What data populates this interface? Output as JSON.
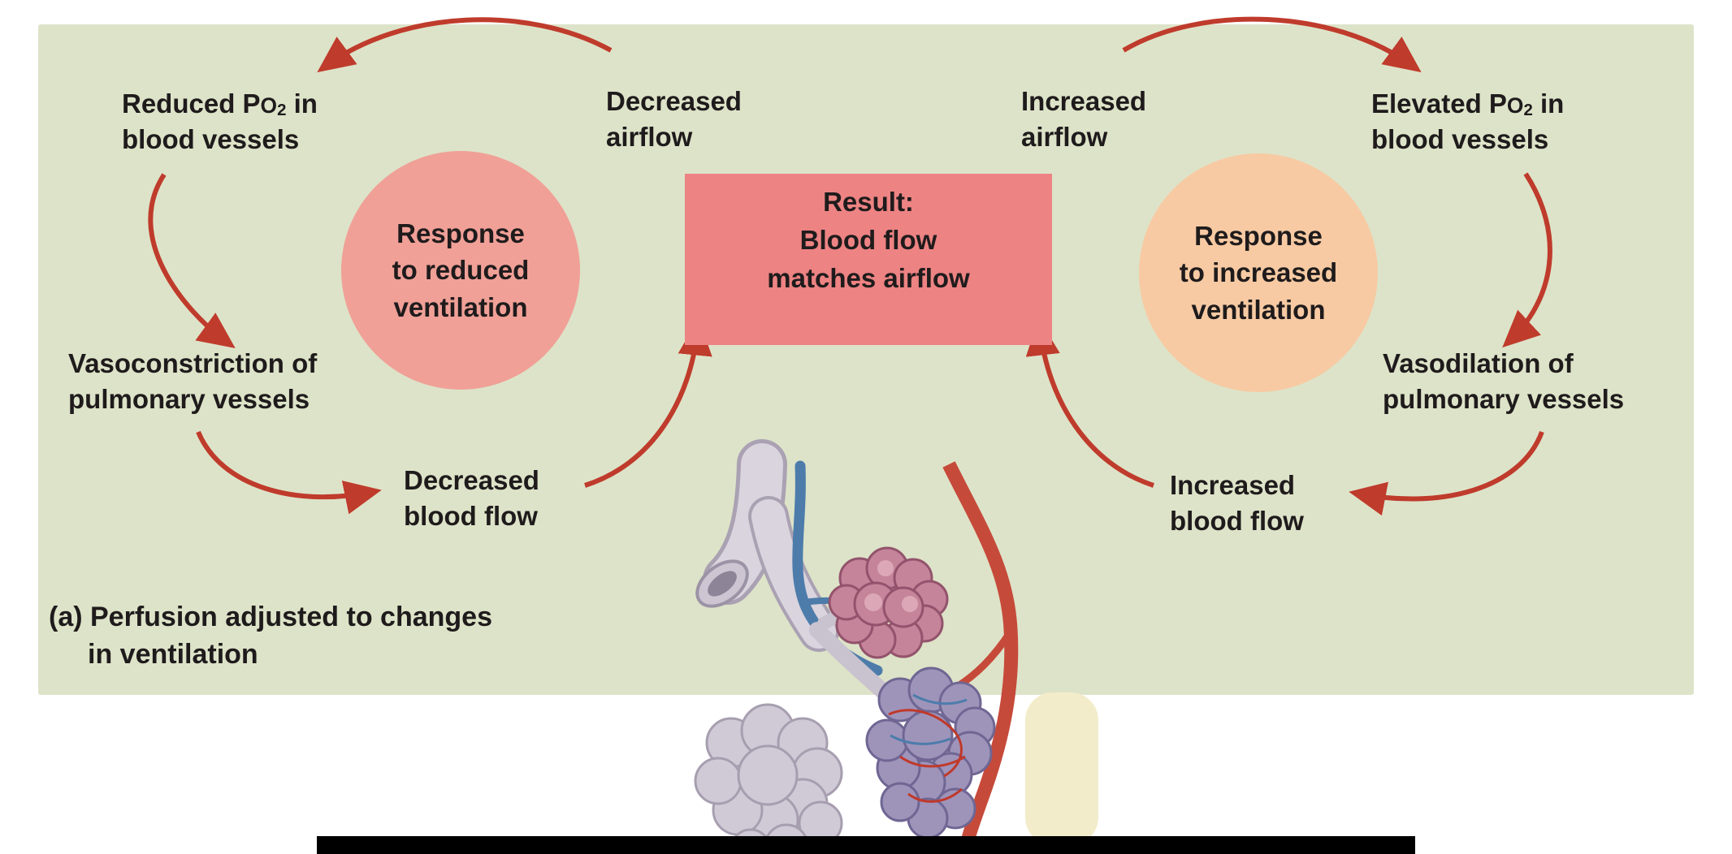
{
  "left": {
    "reduced_po2": {
      "pre": "Reduced P",
      "gas": "O",
      "sub": "2",
      "post": " in",
      "line2": "blood vessels"
    },
    "decreased_airflow": {
      "line1": "Decreased",
      "line2": "airflow"
    },
    "response_circle": {
      "line1": "Response",
      "line2": "to reduced",
      "line3": "ventilation"
    },
    "vasoconstriction": {
      "line1": "Vasoconstriction of",
      "line2": "pulmonary vessels"
    },
    "decreased_blood_flow": {
      "line1": "Decreased",
      "line2": "blood flow"
    }
  },
  "result_box": {
    "line1": "Result:",
    "line2": "Blood flow",
    "line3": "matches airflow"
  },
  "right": {
    "increased_airflow": {
      "line1": "Increased",
      "line2": "airflow"
    },
    "response_circle": {
      "line1": "Response",
      "line2": "to increased",
      "line3": "ventilation"
    },
    "elevated_po2": {
      "pre": "Elevated P",
      "gas": "O",
      "sub": "2",
      "post": " in",
      "line2": "blood vessels"
    },
    "vasodilation": {
      "line1": "Vasodilation of",
      "line2": "pulmonary vessels"
    },
    "increased_blood_flow": {
      "line1": "Increased",
      "line2": "blood flow"
    }
  },
  "caption": {
    "line1": "(a) Perfusion adjusted to changes",
    "line2": "in ventilation"
  },
  "colors": {
    "panel_bg": "#dde3c8",
    "arrow_red": "#bf3b2c",
    "left_circle": "#f0a097",
    "right_circle": "#f7caa3",
    "result_box": "#ed8383",
    "text": "#1f1b1c",
    "illustration_backdrop": "#f3ecca"
  }
}
